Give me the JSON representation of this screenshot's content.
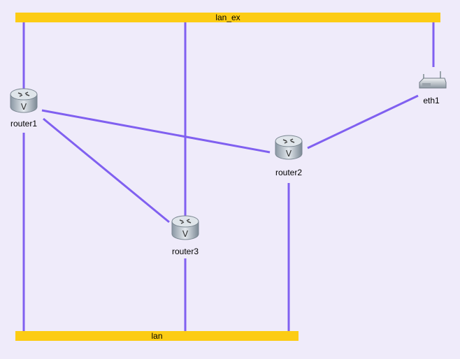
{
  "networks": [
    {
      "id": "lan_ex",
      "label": "lan_ex"
    },
    {
      "id": "lan",
      "label": "lan"
    }
  ],
  "nodes": [
    {
      "id": "router1",
      "label": "router1",
      "type": "router"
    },
    {
      "id": "router2",
      "label": "router2",
      "type": "router"
    },
    {
      "id": "router3",
      "label": "router3",
      "type": "router"
    },
    {
      "id": "eth1",
      "label": "eth1",
      "type": "wireless-access-point"
    }
  ],
  "links": [
    [
      "router1",
      "lan_ex"
    ],
    [
      "router1",
      "lan"
    ],
    [
      "router1",
      "router2"
    ],
    [
      "router1",
      "router3"
    ],
    [
      "router3",
      "lan_ex"
    ],
    [
      "router3",
      "lan"
    ],
    [
      "router2",
      "lan"
    ],
    [
      "router2",
      "eth1"
    ],
    [
      "eth1",
      "lan_ex"
    ]
  ],
  "colors": {
    "background": "#efebfa",
    "link": "#8060f0",
    "network_bar": "#fccc14"
  }
}
